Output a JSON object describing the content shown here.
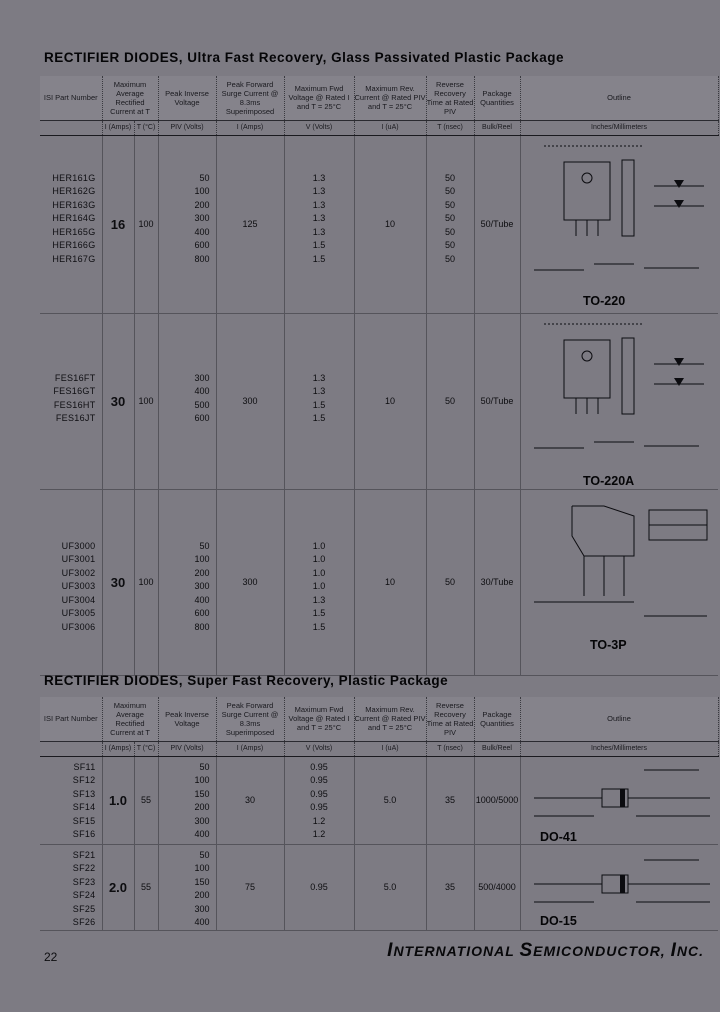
{
  "section1": {
    "title": "RECTIFIER DIODES, Ultra Fast Recovery, Glass Passivated Plastic Package",
    "headers": [
      "ISI Part Number",
      "Maximum Average Rectified Current at T",
      "Peak Inverse Voltage",
      "Peak Forward Surge Current @ 8.3ms Superimposed",
      "Maximum Fwd Voltage @ Rated I and T = 25°C",
      "Maximum Rev. Current @ Rated PIV and T = 25°C",
      "Reverse Recovery Time at Rated PIV",
      "Package Quantities",
      "Outline"
    ],
    "units": [
      "",
      "I (Amps)",
      "T (°C)",
      "PIV (Volts)",
      "I (Amps)",
      "V (Volts)",
      "I (uA)",
      "T (nsec)",
      "Bulk/Reel",
      "Inches/Millimeters"
    ],
    "groups": [
      {
        "parts": [
          "HER161G",
          "HER162G",
          "HER163G",
          "HER164G",
          "HER165G",
          "HER166G",
          "HER167G"
        ],
        "current": "16",
        "temp": "100",
        "piv": [
          "50",
          "100",
          "200",
          "300",
          "400",
          "600",
          "800"
        ],
        "surge": "125",
        "vf": [
          "1.3",
          "1.3",
          "1.3",
          "1.3",
          "1.3",
          "1.5",
          "1.5"
        ],
        "ir": "10",
        "trr": [
          "50",
          "50",
          "50",
          "50",
          "50",
          "50",
          "50"
        ],
        "qty": "50/Tube",
        "package": "TO-220"
      },
      {
        "parts": [
          "FES16FT",
          "FES16GT",
          "FES16HT",
          "FES16JT"
        ],
        "current": "30",
        "temp": "100",
        "piv": [
          "300",
          "400",
          "500",
          "600"
        ],
        "surge": "300",
        "vf": [
          "1.3",
          "1.3",
          "1.5",
          "1.5"
        ],
        "ir": "10",
        "trr": [
          "50"
        ],
        "qty": "50/Tube",
        "package": "TO-220A"
      },
      {
        "parts": [
          "UF3000",
          "UF3001",
          "UF3002",
          "UF3003",
          "UF3004",
          "UF3005",
          "UF3006"
        ],
        "current": "30",
        "temp": "100",
        "piv": [
          "50",
          "100",
          "200",
          "300",
          "400",
          "600",
          "800"
        ],
        "surge": "300",
        "vf": [
          "1.0",
          "1.0",
          "1.0",
          "1.0",
          "1.3",
          "1.5",
          "1.5"
        ],
        "ir": "10",
        "trr": [
          "50"
        ],
        "qty": "30/Tube",
        "package": "TO-3P"
      }
    ]
  },
  "section2": {
    "title": "RECTIFIER DIODES, Super Fast Recovery, Plastic Package",
    "headers": [
      "ISI Part Number",
      "Maximum Average Rectified Current at T",
      "Peak Inverse Voltage",
      "Peak Forward Surge Current @ 8.3ms Superimposed",
      "Maximum Fwd Voltage @ Rated I and T = 25°C",
      "Maximum Rev. Current @ Rated PIV and T = 25°C",
      "Reverse Recovery Time at Rated PIV",
      "Package Quantities",
      "Outline"
    ],
    "units": [
      "",
      "I (Amps)",
      "T (°C)",
      "PIV (Volts)",
      "I (Amps)",
      "V (Volts)",
      "I (uA)",
      "T (nsec)",
      "Bulk/Reel",
      "Inches/Millimeters"
    ],
    "groups": [
      {
        "parts": [
          "SF11",
          "SF12",
          "SF13",
          "SF14",
          "SF15",
          "SF16"
        ],
        "current": "1.0",
        "temp": "55",
        "piv": [
          "50",
          "100",
          "150",
          "200",
          "300",
          "400"
        ],
        "surge": "30",
        "vf": [
          "0.95",
          "0.95",
          "0.95",
          "0.95",
          "1.2",
          "1.2"
        ],
        "ir": "5.0",
        "trr": [
          "35"
        ],
        "qty": "1000/5000",
        "package": "DO-41"
      },
      {
        "parts": [
          "SF21",
          "SF22",
          "SF23",
          "SF24",
          "SF25",
          "SF26"
        ],
        "current": "2.0",
        "temp": "55",
        "piv": [
          "50",
          "100",
          "150",
          "200",
          "300",
          "400"
        ],
        "surge": "75",
        "vf": [
          "0.95"
        ],
        "ir": "5.0",
        "trr": [
          "35"
        ],
        "qty": "500/4000",
        "package": "DO-15"
      }
    ]
  },
  "footer": {
    "page": "22",
    "brand_parts": [
      "I",
      "NTERNATIONAL ",
      "S",
      "EMICONDUCTOR, ",
      "I",
      "NC."
    ]
  }
}
